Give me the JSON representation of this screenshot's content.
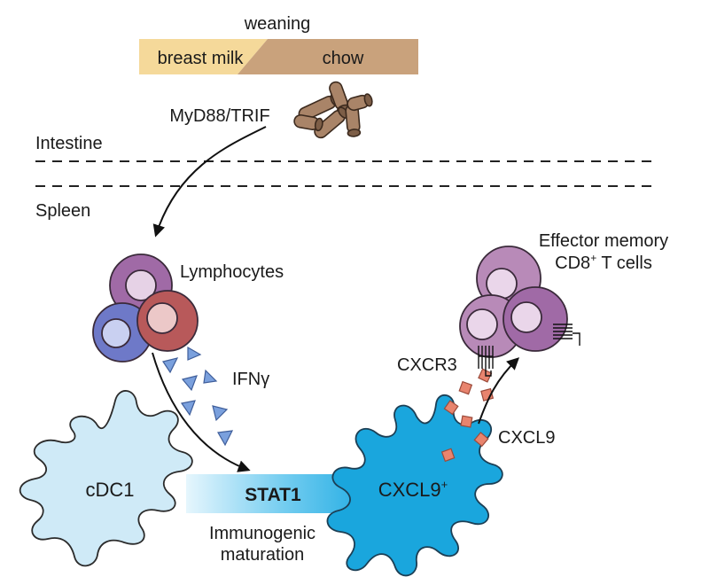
{
  "labels": {
    "weaning": "weaning",
    "breast_milk": "breast milk",
    "chow": "chow",
    "myd88_trif": "MyD88/TRIF",
    "intestine": "Intestine",
    "spleen": "Spleen",
    "lymphocytes": "Lymphocytes",
    "ifn": "IFNγ",
    "effector_line1": "Effector memory",
    "effector_line2": "CD8",
    "effector_sup": "+",
    "effector_line2_rest": " T cells",
    "cxcr3": "CXCR3",
    "cxcl9": "CXCL9",
    "cdc1": "cDC1",
    "stat1": "STAT1",
    "cxcl9_pos": "CXCL9",
    "cxcl9_pos_sup": "+",
    "immunogenic": "Immunogenic",
    "maturation": "maturation"
  },
  "colors": {
    "breast_milk": "#f5d99a",
    "chow": "#c9a27c",
    "chow_pellet": "#a98468",
    "lymph_purple_light": "#cfa9cf",
    "lymph_purple": "#a06aa6",
    "lymph_blue": "#6e79c8",
    "lymph_red": "#b8595a",
    "ifn_triangle": "#7aa0dd",
    "cdc1_cell": "#cfeaf7",
    "mature_dc": "#1aa6dd",
    "stat1_arrow": "#48bde8",
    "cxcl9_square": "#e8846e"
  }
}
